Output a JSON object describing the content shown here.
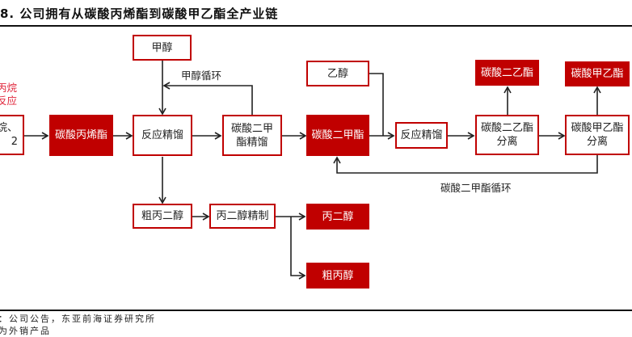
{
  "figure": {
    "title": "8. 公司拥有从碳酸丙烯酯到碳酸甲乙酯全产业链",
    "source": "：公司公告，东亚前海证券研究所",
    "note": "为外销产品"
  },
  "left_partial": {
    "red_label_line1": "丙烷",
    "red_label_line2": "反应",
    "box_line1": "烷、",
    "box_line2": "2"
  },
  "nodes": {
    "methanol": "甲醇",
    "propylene_carbonate": "碳酸丙烯酯",
    "reactive_distillation_1": "反应精馏",
    "dmc_distillation_line1": "碳酸二甲",
    "dmc_distillation_line2": "酯精馏",
    "dmc": "碳酸二甲酯",
    "ethanol": "乙醇",
    "reactive_distillation_2": "反应精馏",
    "dec_separation_line1": "碳酸二乙酯",
    "dec_separation_line2": "分离",
    "emc_separation_line1": "碳酸甲乙酯",
    "emc_separation_line2": "分离",
    "dec_product": "碳酸二乙酯",
    "emc_product": "碳酸甲乙酯",
    "crude_pg": "粗丙二醇",
    "pg_refining": "丙二醇精制",
    "pg_product": "丙二醇",
    "crude_propanol_product": "粗丙醇"
  },
  "edge_labels": {
    "methanol_recycle": "甲醇循环",
    "dmc_recycle": "碳酸二甲酯循环"
  },
  "colors": {
    "brand_red": "#c00000",
    "label_red": "#e0253a",
    "line": "#222222"
  }
}
